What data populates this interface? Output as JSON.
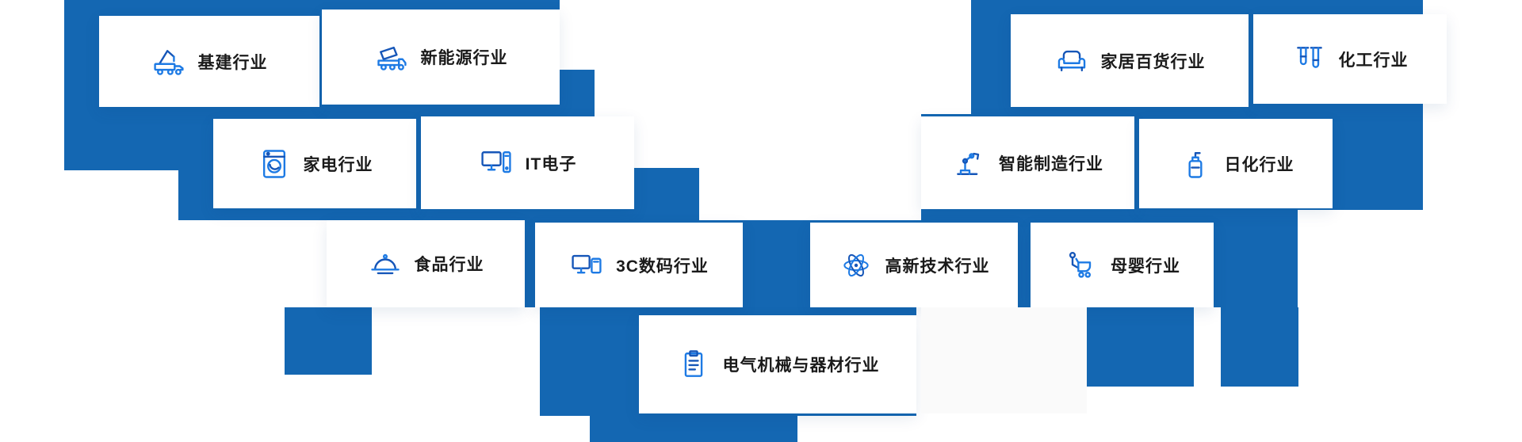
{
  "theme": {
    "mosaic_blue": "#1467B2",
    "card_background": "#ffffff",
    "icon_blue": "#1d7ae4",
    "icon_dark_blue": "#1656b8",
    "label_color": "#1a1a1a"
  },
  "industries": [
    {
      "label": "基建行业",
      "icon": "crane-truck-icon"
    },
    {
      "label": "新能源行业",
      "icon": "mixer-truck-icon"
    },
    {
      "label": "家居百货行业",
      "icon": "sofa-icon"
    },
    {
      "label": "化工行业",
      "icon": "test-tubes-icon"
    },
    {
      "label": "家电行业",
      "icon": "washing-machine-icon"
    },
    {
      "label": "IT电子",
      "icon": "computer-icon"
    },
    {
      "label": "智能制造行业",
      "icon": "robot-arm-icon"
    },
    {
      "label": "日化行业",
      "icon": "lotion-bottle-icon"
    },
    {
      "label": "食品行业",
      "icon": "food-cloche-icon"
    },
    {
      "label": "3C数码行业",
      "icon": "digital-devices-icon"
    },
    {
      "label": "高新技术行业",
      "icon": "atom-icon"
    },
    {
      "label": "母婴行业",
      "icon": "stroller-icon"
    },
    {
      "label": "电气机械与器材行业",
      "icon": "clipboard-icon"
    }
  ]
}
